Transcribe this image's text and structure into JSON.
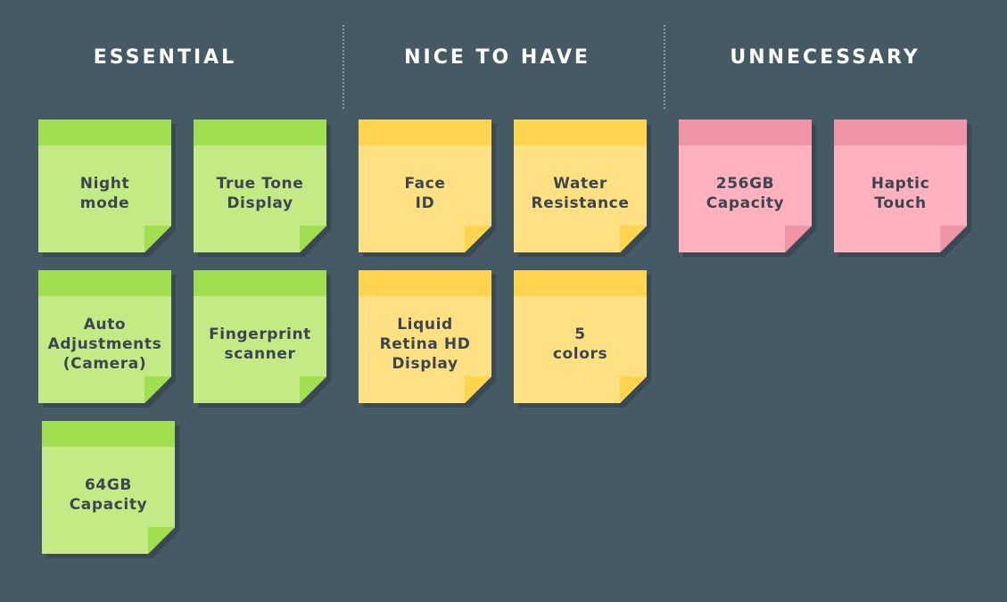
{
  "columns": [
    {
      "title": "ESSENTIAL",
      "color": "#a0e050",
      "notes": [
        "Night\nmode",
        "True Tone\nDisplay",
        "Auto\nAdjustments\n(Camera)",
        "Fingerprint\nscanner",
        "64GB\nCapacity"
      ]
    },
    {
      "title": "NICE TO HAVE",
      "color": "#ffd54f",
      "notes": [
        "Face\nID",
        "Water\nResistance",
        "Liquid\nRetina HD\nDisplay",
        "5\ncolors"
      ]
    },
    {
      "title": "UNNECESSARY",
      "color": "#f094a8",
      "notes": [
        "256GB\nCapacity",
        "Haptic\nTouch"
      ]
    }
  ]
}
